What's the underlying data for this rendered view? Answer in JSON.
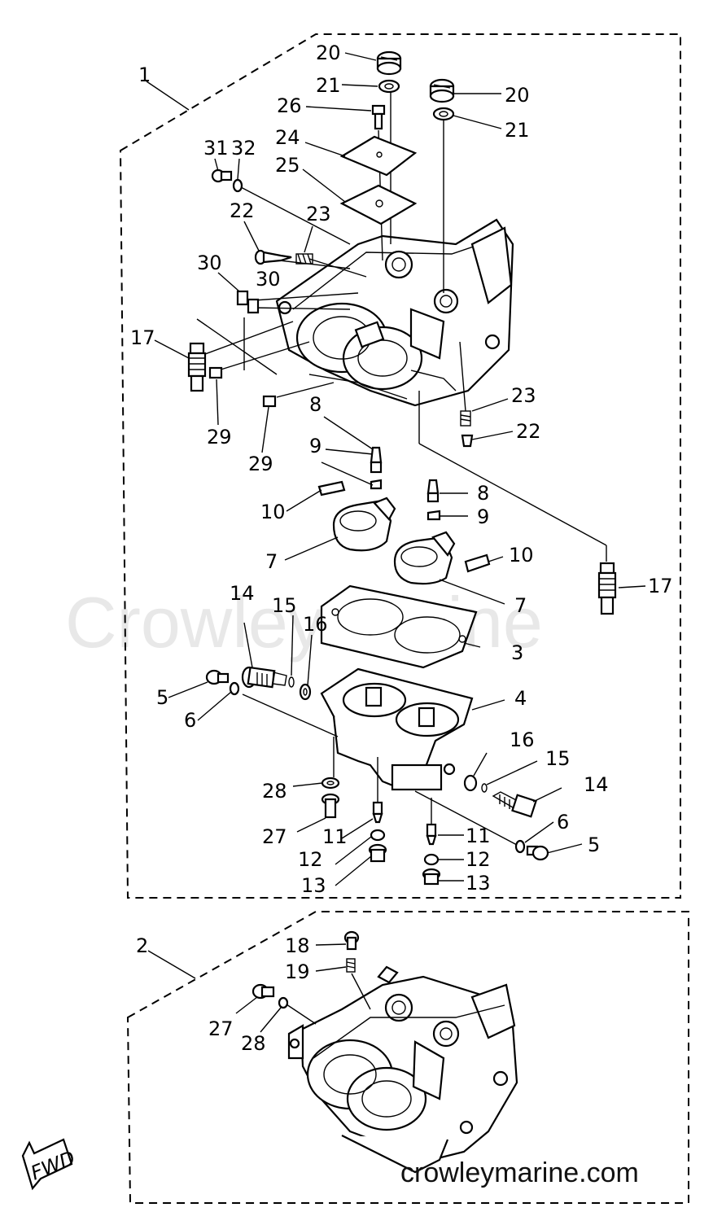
{
  "watermark": "CrowleyMarine",
  "site_text": "crowleymarine.com",
  "fwd_label": "FWD",
  "labels": {
    "l1": "1",
    "l2": "2",
    "l3": "3",
    "l4": "4",
    "l5a": "5",
    "l5b": "5",
    "l6a": "6",
    "l6b": "6",
    "l7a": "7",
    "l7b": "7",
    "l8a": "8",
    "l8b": "8",
    "l9a": "9",
    "l9b": "9",
    "l10a": "10",
    "l10b": "10",
    "l11a": "11",
    "l11b": "11",
    "l12a": "12",
    "l12b": "12",
    "l13a": "13",
    "l13b": "13",
    "l14a": "14",
    "l14b": "14",
    "l15a": "15",
    "l15b": "15",
    "l16a": "16",
    "l16b": "16",
    "l17a": "17",
    "l17b": "17",
    "l18": "18",
    "l19": "19",
    "l20a": "20",
    "l20b": "20",
    "l21a": "21",
    "l21b": "21",
    "l22a": "22",
    "l22b": "22",
    "l23a": "23",
    "l23b": "23",
    "l24": "24",
    "l25": "25",
    "l26": "26",
    "l27a": "27",
    "l27b": "27",
    "l28a": "28",
    "l28b": "28",
    "l29a": "29",
    "l29b": "29",
    "l30a": "30",
    "l30b": "30",
    "l31": "31",
    "l32": "32"
  }
}
